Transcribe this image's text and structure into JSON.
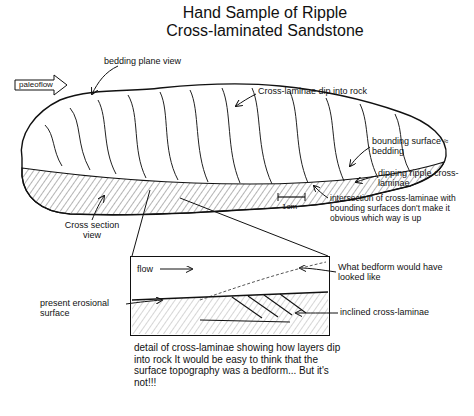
{
  "diagram": {
    "title": "Hand Sample of Ripple Cross-laminated Sandstone",
    "caption": "detail of cross-laminae showing how layers dip into rock It would be easy to think that the surface topography was a bedform... But it's not!!!",
    "nodes": [
      {
        "text": [
          "paleoflow"
        ]
      },
      {
        "text": [
          "flow"
        ]
      }
    ],
    "labels": [
      "bedding plane view",
      "Cross-laminae dip into rock",
      "bounding surface ≈ bedding",
      "dipping ripple cross-laminae",
      "1cm",
      "intersection of cross-laminae with bounding surfaces don't make it obvious which way is up",
      "Cross section view",
      "What bedform would have looked like",
      "present erosional surface",
      "inclined cross-laminae"
    ]
  }
}
